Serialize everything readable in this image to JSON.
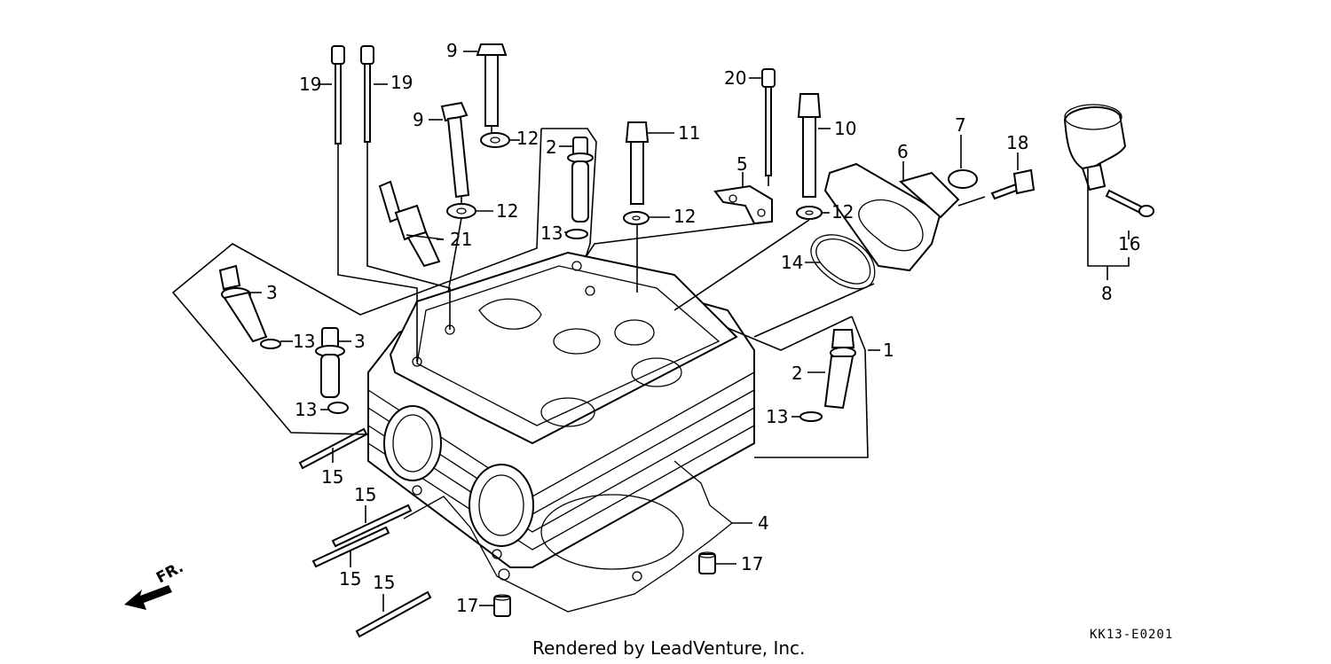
{
  "diagram": {
    "footer": "Rendered by LeadVenture, Inc.",
    "code": "KK13-E0201",
    "direction_label": "FR.",
    "callouts": [
      {
        "id": "c19a",
        "label": "19"
      },
      {
        "id": "c19b",
        "label": "19"
      },
      {
        "id": "c9a",
        "label": "9"
      },
      {
        "id": "c9b",
        "label": "9"
      },
      {
        "id": "c12a",
        "label": "12"
      },
      {
        "id": "c12b",
        "label": "12"
      },
      {
        "id": "c12c",
        "label": "12"
      },
      {
        "id": "c12d",
        "label": "12"
      },
      {
        "id": "c2a",
        "label": "2"
      },
      {
        "id": "c2b",
        "label": "2"
      },
      {
        "id": "c11",
        "label": "11"
      },
      {
        "id": "c20",
        "label": "20"
      },
      {
        "id": "c5",
        "label": "5"
      },
      {
        "id": "c10",
        "label": "10"
      },
      {
        "id": "c6",
        "label": "6"
      },
      {
        "id": "c7",
        "label": "7"
      },
      {
        "id": "c18",
        "label": "18"
      },
      {
        "id": "c16",
        "label": "16"
      },
      {
        "id": "c8",
        "label": "8"
      },
      {
        "id": "c21",
        "label": "21"
      },
      {
        "id": "c13a",
        "label": "13"
      },
      {
        "id": "c13b",
        "label": "13"
      },
      {
        "id": "c13c",
        "label": "13"
      },
      {
        "id": "c13d",
        "label": "13"
      },
      {
        "id": "c3a",
        "label": "3"
      },
      {
        "id": "c3b",
        "label": "3"
      },
      {
        "id": "c14",
        "label": "14"
      },
      {
        "id": "c1",
        "label": "1"
      },
      {
        "id": "c4",
        "label": "4"
      },
      {
        "id": "c15a",
        "label": "15"
      },
      {
        "id": "c15b",
        "label": "15"
      },
      {
        "id": "c15c",
        "label": "15"
      },
      {
        "id": "c15d",
        "label": "15"
      },
      {
        "id": "c17a",
        "label": "17"
      },
      {
        "id": "c17b",
        "label": "17"
      }
    ]
  }
}
